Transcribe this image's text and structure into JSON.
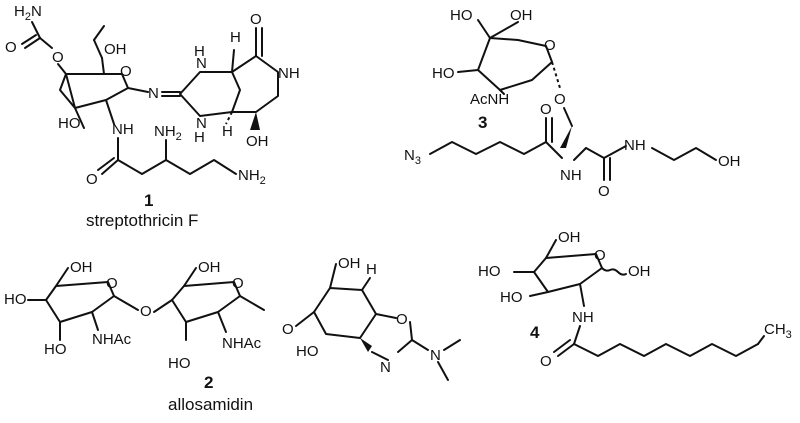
{
  "compounds": [
    {
      "number": "1",
      "name": "streptothricin F"
    },
    {
      "number": "2",
      "name": "allosamidin"
    },
    {
      "number": "3",
      "name": ""
    },
    {
      "number": "4",
      "name": ""
    }
  ],
  "atom_labels": {
    "OH": "OH",
    "HO": "HO",
    "O": "O",
    "N": "N",
    "H": "H",
    "NH": "NH",
    "HN": "HN",
    "NH2": "NH",
    "H2N": "H",
    "NHAc": "NHAc",
    "AcNH": "AcNH",
    "N3": "N",
    "CH3": "CH",
    "sub2": "2",
    "sub3": "3"
  }
}
